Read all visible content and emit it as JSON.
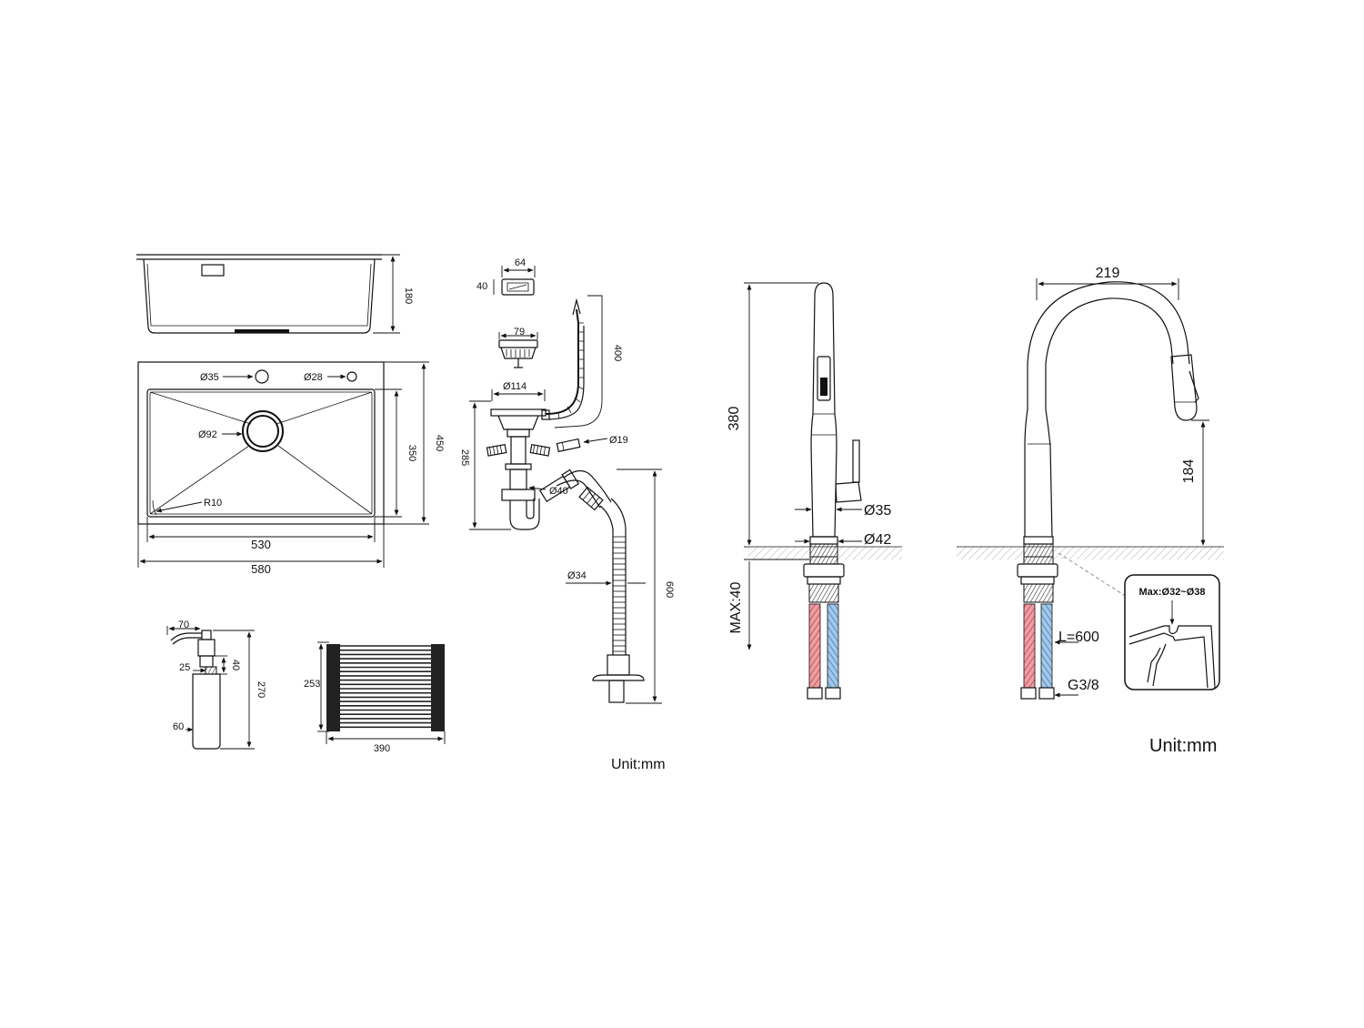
{
  "sink_side": {
    "height": "180"
  },
  "sink_top": {
    "hole_small_1": "Ø35",
    "hole_small_2": "Ø28",
    "drain": "Ø92",
    "corner_radius": "R10",
    "inner_height": "350",
    "outer_height": "450",
    "inner_width": "530",
    "outer_width": "580"
  },
  "overflow": {
    "width": "64",
    "height": "40"
  },
  "strainer": {
    "width": "79"
  },
  "drain_kit": {
    "flange": "Ø114",
    "overflow_hose": "400",
    "overflow_pipe": "Ø19",
    "height": "285",
    "pipe": "Ø40",
    "hose": "Ø34",
    "hose_length": "600",
    "unit": "Unit:mm"
  },
  "dispenser": {
    "spout": "70",
    "neck": "25",
    "head": "40",
    "height": "270",
    "bottle": "60"
  },
  "roll_mat": {
    "height": "253",
    "width": "390"
  },
  "faucet_front": {
    "height": "380",
    "handle": "Ø35",
    "base": "Ø42",
    "max_thickness": "MAX:40"
  },
  "faucet_side": {
    "reach": "219",
    "spout_height": "184",
    "hose_length": "L=600",
    "thread": "G3/8",
    "hole_range": "Max:Ø32~Ø38",
    "unit": "Unit:mm"
  },
  "colors": {
    "line": "#111111",
    "hot": "#d9505a",
    "cold": "#4a8fc9",
    "background": "#ffffff"
  }
}
